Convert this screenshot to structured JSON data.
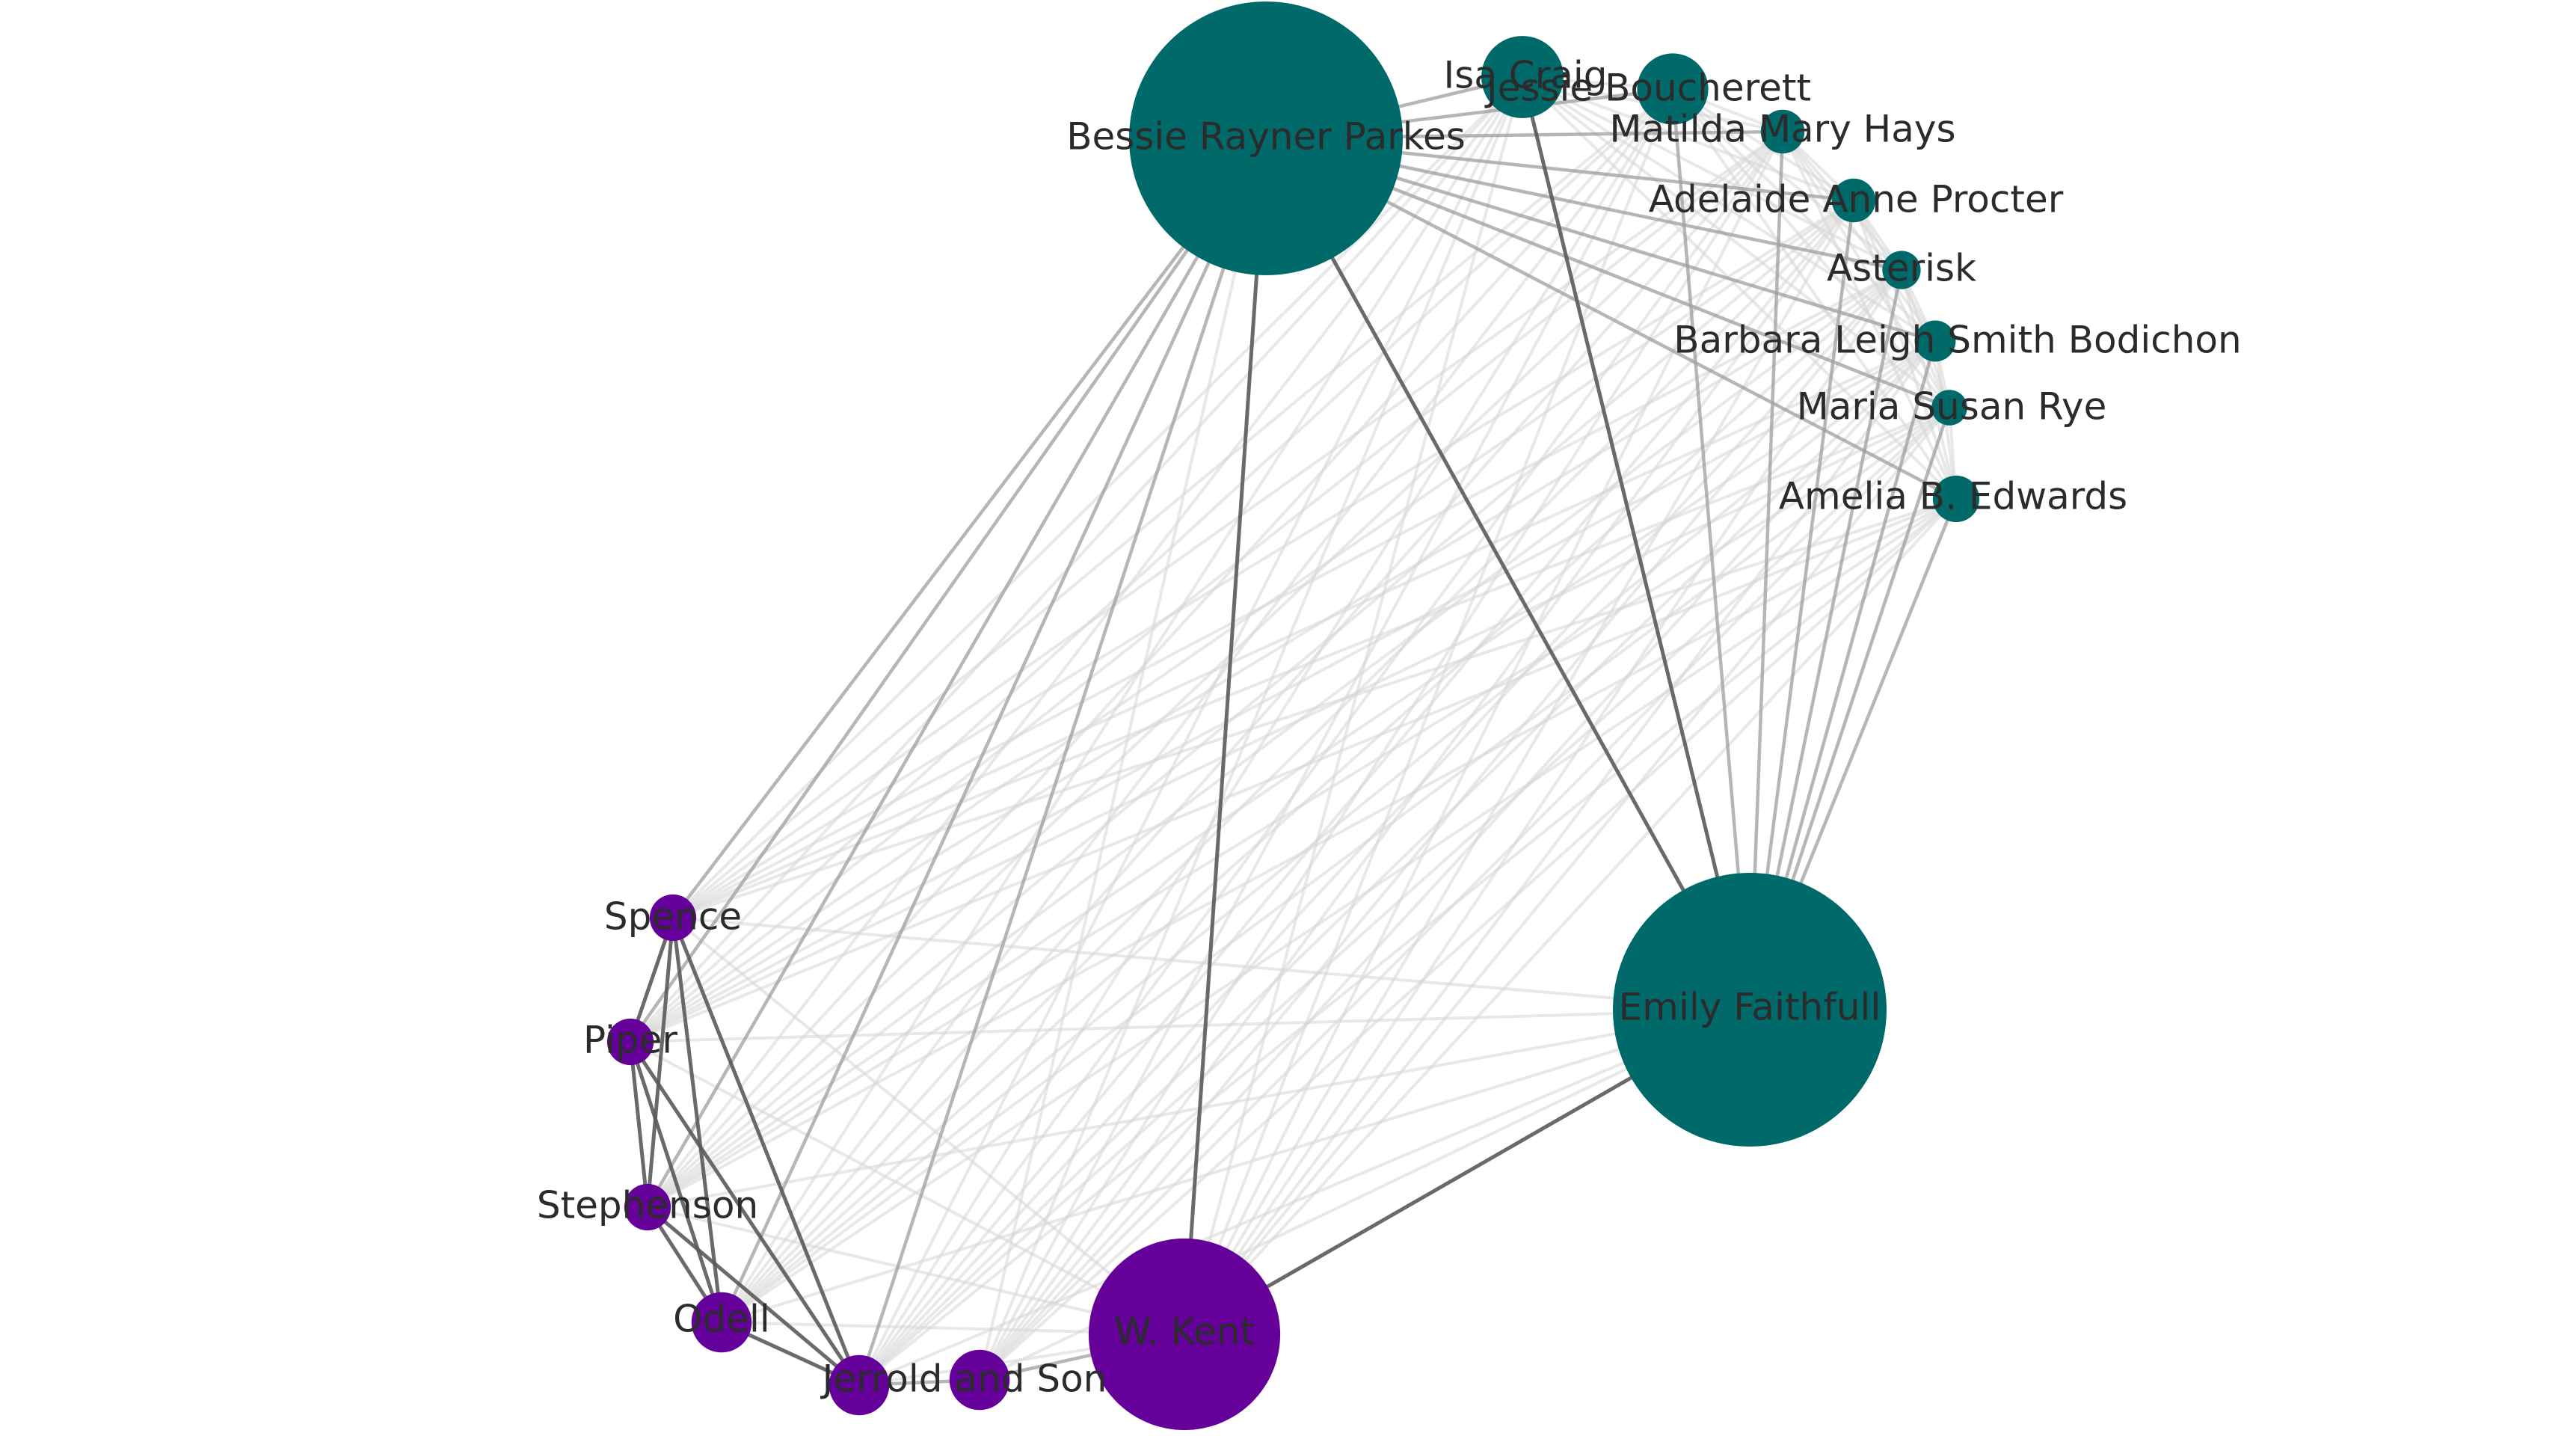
{
  "graph": {
    "colors": {
      "group_a": "#00696a",
      "group_b": "#66009b",
      "edge_strong": "#5a5a5a",
      "edge_medium": "#9e9e9e",
      "edge_weak": "#d6d6d6",
      "label": "#2b2b2b"
    },
    "nodes": [
      {
        "id": "bessie",
        "label": "Bessie Rayner Parkes",
        "group": "group_a",
        "size": 10
      },
      {
        "id": "emily",
        "label": "Emily Faithfull",
        "group": "group_a",
        "size": 10
      },
      {
        "id": "isa",
        "label": "Isa Craig",
        "group": "group_a",
        "size": 3
      },
      {
        "id": "jessie",
        "label": "Jessie Boucherett",
        "group": "group_a",
        "size": 2.6
      },
      {
        "id": "matilda",
        "label": "Matilda Mary Hays",
        "group": "group_a",
        "size": 1.6
      },
      {
        "id": "adelaide",
        "label": "Adelaide Anne Procter",
        "group": "group_a",
        "size": 1.6
      },
      {
        "id": "asterisk",
        "label": "Asterisk",
        "group": "group_a",
        "size": 1.4
      },
      {
        "id": "barbara",
        "label": "Barbara Leigh Smith Bodichon",
        "group": "group_a",
        "size": 1.5
      },
      {
        "id": "maria",
        "label": "Maria Susan Rye",
        "group": "group_a",
        "size": 1.3
      },
      {
        "id": "amelia",
        "label": "Amelia B. Edwards",
        "group": "group_a",
        "size": 1.7
      },
      {
        "id": "spence",
        "label": "Spence",
        "group": "group_b",
        "size": 1.7
      },
      {
        "id": "piper",
        "label": "Piper",
        "group": "group_b",
        "size": 1.7
      },
      {
        "id": "stephenson",
        "label": "Stephenson",
        "group": "group_b",
        "size": 1.7
      },
      {
        "id": "odell",
        "label": "Odell",
        "group": "group_b",
        "size": 2.2
      },
      {
        "id": "jerrold",
        "label": "Jerrold and Son",
        "group": "group_b",
        "size": 2.2
      },
      {
        "id": "jerrold2",
        "label": "",
        "group": "group_b",
        "size": 2.2
      },
      {
        "id": "kent",
        "label": "W. Kent",
        "group": "group_b",
        "size": 7
      }
    ],
    "edges": [
      {
        "source": "bessie",
        "target": "emily",
        "weight": "strong"
      },
      {
        "source": "bessie",
        "target": "kent",
        "weight": "strong"
      },
      {
        "source": "emily",
        "target": "kent",
        "weight": "strong"
      },
      {
        "source": "isa",
        "target": "emily",
        "weight": "strong"
      },
      {
        "source": "spence",
        "target": "piper",
        "weight": "strong"
      },
      {
        "source": "spence",
        "target": "stephenson",
        "weight": "strong"
      },
      {
        "source": "spence",
        "target": "odell",
        "weight": "strong"
      },
      {
        "source": "spence",
        "target": "jerrold",
        "weight": "strong"
      },
      {
        "source": "piper",
        "target": "stephenson",
        "weight": "strong"
      },
      {
        "source": "piper",
        "target": "odell",
        "weight": "strong"
      },
      {
        "source": "piper",
        "target": "jerrold",
        "weight": "strong"
      },
      {
        "source": "stephenson",
        "target": "odell",
        "weight": "strong"
      },
      {
        "source": "stephenson",
        "target": "jerrold",
        "weight": "strong"
      },
      {
        "source": "odell",
        "target": "jerrold",
        "weight": "strong"
      },
      {
        "source": "bessie",
        "target": "spence",
        "weight": "medium"
      },
      {
        "source": "bessie",
        "target": "piper",
        "weight": "medium"
      },
      {
        "source": "bessie",
        "target": "stephenson",
        "weight": "medium"
      },
      {
        "source": "bessie",
        "target": "odell",
        "weight": "medium"
      },
      {
        "source": "bessie",
        "target": "jerrold",
        "weight": "medium"
      },
      {
        "source": "bessie",
        "target": "isa",
        "weight": "medium"
      },
      {
        "source": "bessie",
        "target": "jessie",
        "weight": "medium"
      },
      {
        "source": "bessie",
        "target": "matilda",
        "weight": "medium"
      },
      {
        "source": "bessie",
        "target": "adelaide",
        "weight": "medium"
      },
      {
        "source": "bessie",
        "target": "asterisk",
        "weight": "medium"
      },
      {
        "source": "bessie",
        "target": "barbara",
        "weight": "medium"
      },
      {
        "source": "bessie",
        "target": "maria",
        "weight": "medium"
      },
      {
        "source": "bessie",
        "target": "amelia",
        "weight": "medium"
      },
      {
        "source": "emily",
        "target": "jessie",
        "weight": "medium"
      },
      {
        "source": "emily",
        "target": "matilda",
        "weight": "medium"
      },
      {
        "source": "emily",
        "target": "adelaide",
        "weight": "medium"
      },
      {
        "source": "emily",
        "target": "asterisk",
        "weight": "medium"
      },
      {
        "source": "emily",
        "target": "barbara",
        "weight": "medium"
      },
      {
        "source": "emily",
        "target": "maria",
        "weight": "medium"
      },
      {
        "source": "emily",
        "target": "amelia",
        "weight": "medium"
      },
      {
        "source": "kent",
        "target": "jerrold2",
        "weight": "medium"
      },
      {
        "source": "jerrold",
        "target": "jerrold2",
        "weight": "medium"
      },
      {
        "source": "isa",
        "target": "jessie",
        "weight": "weak"
      },
      {
        "source": "isa",
        "target": "matilda",
        "weight": "weak"
      },
      {
        "source": "isa",
        "target": "adelaide",
        "weight": "weak"
      },
      {
        "source": "isa",
        "target": "asterisk",
        "weight": "weak"
      },
      {
        "source": "isa",
        "target": "barbara",
        "weight": "weak"
      },
      {
        "source": "isa",
        "target": "maria",
        "weight": "weak"
      },
      {
        "source": "isa",
        "target": "amelia",
        "weight": "weak"
      },
      {
        "source": "jessie",
        "target": "matilda",
        "weight": "weak"
      },
      {
        "source": "jessie",
        "target": "adelaide",
        "weight": "weak"
      },
      {
        "source": "jessie",
        "target": "asterisk",
        "weight": "weak"
      },
      {
        "source": "jessie",
        "target": "barbara",
        "weight": "weak"
      },
      {
        "source": "jessie",
        "target": "maria",
        "weight": "weak"
      },
      {
        "source": "jessie",
        "target": "amelia",
        "weight": "weak"
      },
      {
        "source": "matilda",
        "target": "adelaide",
        "weight": "weak"
      },
      {
        "source": "matilda",
        "target": "asterisk",
        "weight": "weak"
      },
      {
        "source": "matilda",
        "target": "barbara",
        "weight": "weak"
      },
      {
        "source": "matilda",
        "target": "maria",
        "weight": "weak"
      },
      {
        "source": "matilda",
        "target": "amelia",
        "weight": "weak"
      },
      {
        "source": "adelaide",
        "target": "asterisk",
        "weight": "weak"
      },
      {
        "source": "adelaide",
        "target": "barbara",
        "weight": "weak"
      },
      {
        "source": "adelaide",
        "target": "maria",
        "weight": "weak"
      },
      {
        "source": "adelaide",
        "target": "amelia",
        "weight": "weak"
      },
      {
        "source": "asterisk",
        "target": "barbara",
        "weight": "weak"
      },
      {
        "source": "asterisk",
        "target": "maria",
        "weight": "weak"
      },
      {
        "source": "asterisk",
        "target": "amelia",
        "weight": "weak"
      },
      {
        "source": "barbara",
        "target": "maria",
        "weight": "weak"
      },
      {
        "source": "barbara",
        "target": "amelia",
        "weight": "weak"
      },
      {
        "source": "maria",
        "target": "amelia",
        "weight": "weak"
      },
      {
        "source": "spence",
        "target": "isa",
        "weight": "weak"
      },
      {
        "source": "spence",
        "target": "jessie",
        "weight": "weak"
      },
      {
        "source": "spence",
        "target": "matilda",
        "weight": "weak"
      },
      {
        "source": "spence",
        "target": "adelaide",
        "weight": "weak"
      },
      {
        "source": "spence",
        "target": "asterisk",
        "weight": "weak"
      },
      {
        "source": "spence",
        "target": "barbara",
        "weight": "weak"
      },
      {
        "source": "spence",
        "target": "maria",
        "weight": "weak"
      },
      {
        "source": "spence",
        "target": "amelia",
        "weight": "weak"
      },
      {
        "source": "spence",
        "target": "emily",
        "weight": "weak"
      },
      {
        "source": "piper",
        "target": "isa",
        "weight": "weak"
      },
      {
        "source": "piper",
        "target": "jessie",
        "weight": "weak"
      },
      {
        "source": "piper",
        "target": "matilda",
        "weight": "weak"
      },
      {
        "source": "piper",
        "target": "adelaide",
        "weight": "weak"
      },
      {
        "source": "piper",
        "target": "asterisk",
        "weight": "weak"
      },
      {
        "source": "piper",
        "target": "barbara",
        "weight": "weak"
      },
      {
        "source": "piper",
        "target": "maria",
        "weight": "weak"
      },
      {
        "source": "piper",
        "target": "amelia",
        "weight": "weak"
      },
      {
        "source": "piper",
        "target": "emily",
        "weight": "weak"
      },
      {
        "source": "stephenson",
        "target": "isa",
        "weight": "weak"
      },
      {
        "source": "stephenson",
        "target": "jessie",
        "weight": "weak"
      },
      {
        "source": "stephenson",
        "target": "matilda",
        "weight": "weak"
      },
      {
        "source": "stephenson",
        "target": "adelaide",
        "weight": "weak"
      },
      {
        "source": "stephenson",
        "target": "asterisk",
        "weight": "weak"
      },
      {
        "source": "stephenson",
        "target": "barbara",
        "weight": "weak"
      },
      {
        "source": "stephenson",
        "target": "maria",
        "weight": "weak"
      },
      {
        "source": "stephenson",
        "target": "amelia",
        "weight": "weak"
      },
      {
        "source": "stephenson",
        "target": "emily",
        "weight": "weak"
      },
      {
        "source": "odell",
        "target": "isa",
        "weight": "weak"
      },
      {
        "source": "odell",
        "target": "jessie",
        "weight": "weak"
      },
      {
        "source": "odell",
        "target": "matilda",
        "weight": "weak"
      },
      {
        "source": "odell",
        "target": "adelaide",
        "weight": "weak"
      },
      {
        "source": "odell",
        "target": "asterisk",
        "weight": "weak"
      },
      {
        "source": "odell",
        "target": "barbara",
        "weight": "weak"
      },
      {
        "source": "odell",
        "target": "maria",
        "weight": "weak"
      },
      {
        "source": "odell",
        "target": "amelia",
        "weight": "weak"
      },
      {
        "source": "odell",
        "target": "emily",
        "weight": "weak"
      },
      {
        "source": "jerrold",
        "target": "isa",
        "weight": "weak"
      },
      {
        "source": "jerrold",
        "target": "jessie",
        "weight": "weak"
      },
      {
        "source": "jerrold",
        "target": "matilda",
        "weight": "weak"
      },
      {
        "source": "jerrold",
        "target": "adelaide",
        "weight": "weak"
      },
      {
        "source": "jerrold",
        "target": "asterisk",
        "weight": "weak"
      },
      {
        "source": "jerrold",
        "target": "barbara",
        "weight": "weak"
      },
      {
        "source": "jerrold",
        "target": "maria",
        "weight": "weak"
      },
      {
        "source": "jerrold",
        "target": "amelia",
        "weight": "weak"
      },
      {
        "source": "jerrold",
        "target": "emily",
        "weight": "weak"
      },
      {
        "source": "jerrold2",
        "target": "isa",
        "weight": "weak"
      },
      {
        "source": "jerrold2",
        "target": "jessie",
        "weight": "weak"
      },
      {
        "source": "jerrold2",
        "target": "matilda",
        "weight": "weak"
      },
      {
        "source": "jerrold2",
        "target": "adelaide",
        "weight": "weak"
      },
      {
        "source": "jerrold2",
        "target": "asterisk",
        "weight": "weak"
      },
      {
        "source": "jerrold2",
        "target": "barbara",
        "weight": "weak"
      },
      {
        "source": "jerrold2",
        "target": "maria",
        "weight": "weak"
      },
      {
        "source": "jerrold2",
        "target": "amelia",
        "weight": "weak"
      },
      {
        "source": "jerrold2",
        "target": "bessie",
        "weight": "weak"
      },
      {
        "source": "jerrold2",
        "target": "emily",
        "weight": "weak"
      },
      {
        "source": "kent",
        "target": "isa",
        "weight": "weak"
      },
      {
        "source": "kent",
        "target": "jessie",
        "weight": "weak"
      },
      {
        "source": "kent",
        "target": "matilda",
        "weight": "weak"
      },
      {
        "source": "kent",
        "target": "adelaide",
        "weight": "weak"
      },
      {
        "source": "kent",
        "target": "asterisk",
        "weight": "weak"
      },
      {
        "source": "kent",
        "target": "barbara",
        "weight": "weak"
      },
      {
        "source": "kent",
        "target": "maria",
        "weight": "weak"
      },
      {
        "source": "kent",
        "target": "amelia",
        "weight": "weak"
      },
      {
        "source": "kent",
        "target": "spence",
        "weight": "weak"
      },
      {
        "source": "kent",
        "target": "piper",
        "weight": "weak"
      },
      {
        "source": "kent",
        "target": "stephenson",
        "weight": "weak"
      },
      {
        "source": "kent",
        "target": "odell",
        "weight": "weak"
      },
      {
        "source": "kent",
        "target": "jerrold",
        "weight": "weak"
      }
    ]
  }
}
